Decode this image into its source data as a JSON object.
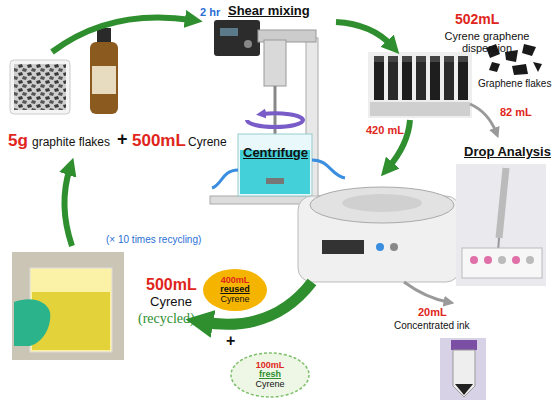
{
  "diagram": {
    "nodes": [
      {
        "text": [
          "400mL",
          "reused",
          "Cyrene"
        ]
      },
      {
        "text": [
          "100mL",
          "fresh",
          "Cyrene"
        ]
      }
    ],
    "labels": [
      "5g",
      "graphite flakes",
      "+",
      "500mL",
      "Cyrene",
      "2 hr",
      "Shear mixing",
      "502mL",
      "Cyrene graphene dispersion",
      "Graphene flakes",
      "420 mL",
      "82 mL",
      "Drop Analysis",
      "Centrifuge",
      "20mL",
      "Concentrated ink",
      "(× 10 times recycling)",
      "500mL",
      "Cyrene",
      "(recycled)",
      "+"
    ]
  }
}
